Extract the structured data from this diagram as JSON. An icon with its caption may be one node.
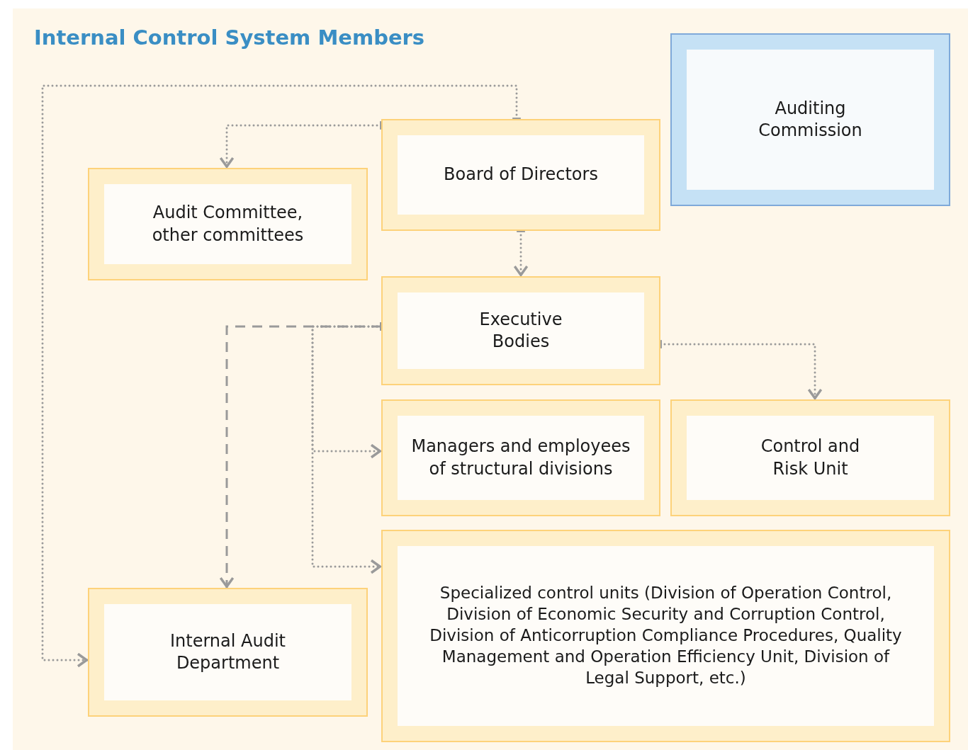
{
  "diagram": {
    "title": "Internal Control System Members",
    "nodes": [
      {
        "text": [
          "Auditing Commission"
        ]
      },
      {
        "text": [
          "Board of Directors"
        ]
      },
      {
        "text": [
          "Audit Committee, other committees"
        ]
      },
      {
        "text": [
          "Executive Bodies"
        ]
      },
      {
        "text": [
          "Managers and employees of structural divisions"
        ]
      },
      {
        "text": [
          "Control and Risk Unit"
        ]
      },
      {
        "text": [
          "Specialized control units (Division of Operation Control, Division of Economic Security and Corruption Control, Division of Anticorruption Compliance Procedures, Quality Management and Operation Efficiency Unit, Division of Legal Support, etc.)"
        ]
      },
      {
        "text": [
          "Internal Audit Department"
        ]
      }
    ],
    "edges": [
      {
        "from": 1,
        "to": 7,
        "arrow": "to"
      },
      {
        "from": 1,
        "to": 2,
        "arrow": "to"
      },
      {
        "from": 1,
        "to": 3,
        "arrow": "to"
      },
      {
        "from": 3,
        "to": 7,
        "arrow": "to",
        "style": "dashed"
      },
      {
        "from": 3,
        "to": 4,
        "arrow": "to"
      },
      {
        "from": 3,
        "to": 6,
        "arrow": "to"
      },
      {
        "from": 3,
        "to": 5,
        "arrow": "to"
      }
    ]
  }
}
